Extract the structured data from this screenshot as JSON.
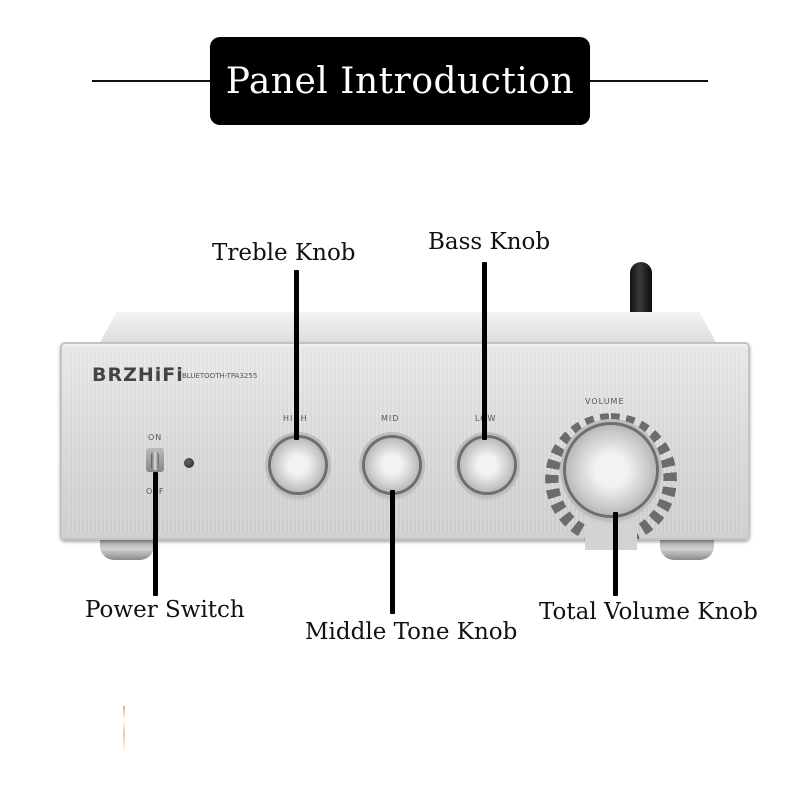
{
  "title": "Panel Introduction",
  "device": {
    "brand": "BRZHiFi",
    "model": "BLUETOOTH-TPA3255",
    "switch_on": "ON",
    "switch_off": "OFF",
    "knob_high": "HIGH",
    "knob_mid": "MID",
    "knob_low": "LOW",
    "knob_volume": "VOLUME"
  },
  "callouts": {
    "treble": "Treble Knob",
    "bass": "Bass Knob",
    "power": "Power Switch",
    "middle": "Middle Tone Knob",
    "volume": "Total Volume Knob"
  }
}
